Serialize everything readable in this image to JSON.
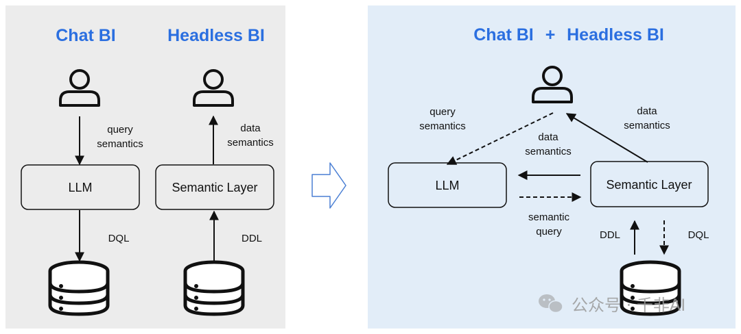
{
  "left_panel": {
    "chat_title": "Chat BI",
    "headless_title": "Headless BI",
    "chat_box": "LLM",
    "headless_box": "Semantic Layer",
    "chat_up_label": [
      "query",
      "semantics"
    ],
    "chat_down_label": "DQL",
    "headless_up_label": [
      "data",
      "semantics"
    ],
    "headless_down_label": "DDL"
  },
  "right_panel": {
    "title_part1": "Chat BI",
    "title_plus": "+",
    "title_part2": "Headless BI",
    "llm_box": "LLM",
    "semantic_box": "Semantic Layer",
    "query_semantics_label": [
      "query",
      "semantics"
    ],
    "data_semantics_mid_label": [
      "data",
      "semantics"
    ],
    "data_semantics_right_label": [
      "data",
      "semantics"
    ],
    "semantic_query_label": [
      "semantic",
      "query"
    ],
    "ddl_label": "DDL",
    "dql_label": "DQL"
  },
  "watermark": "公众号 · 千非AI",
  "colors": {
    "left_bg": "#ececec",
    "right_bg": "#e2edf8",
    "title_blue": "#2b6fe0",
    "transition_arrow": "#4a7fd4"
  },
  "icons": [
    "user-icon",
    "database-icon",
    "transition-arrow-icon",
    "wechat-icon"
  ]
}
